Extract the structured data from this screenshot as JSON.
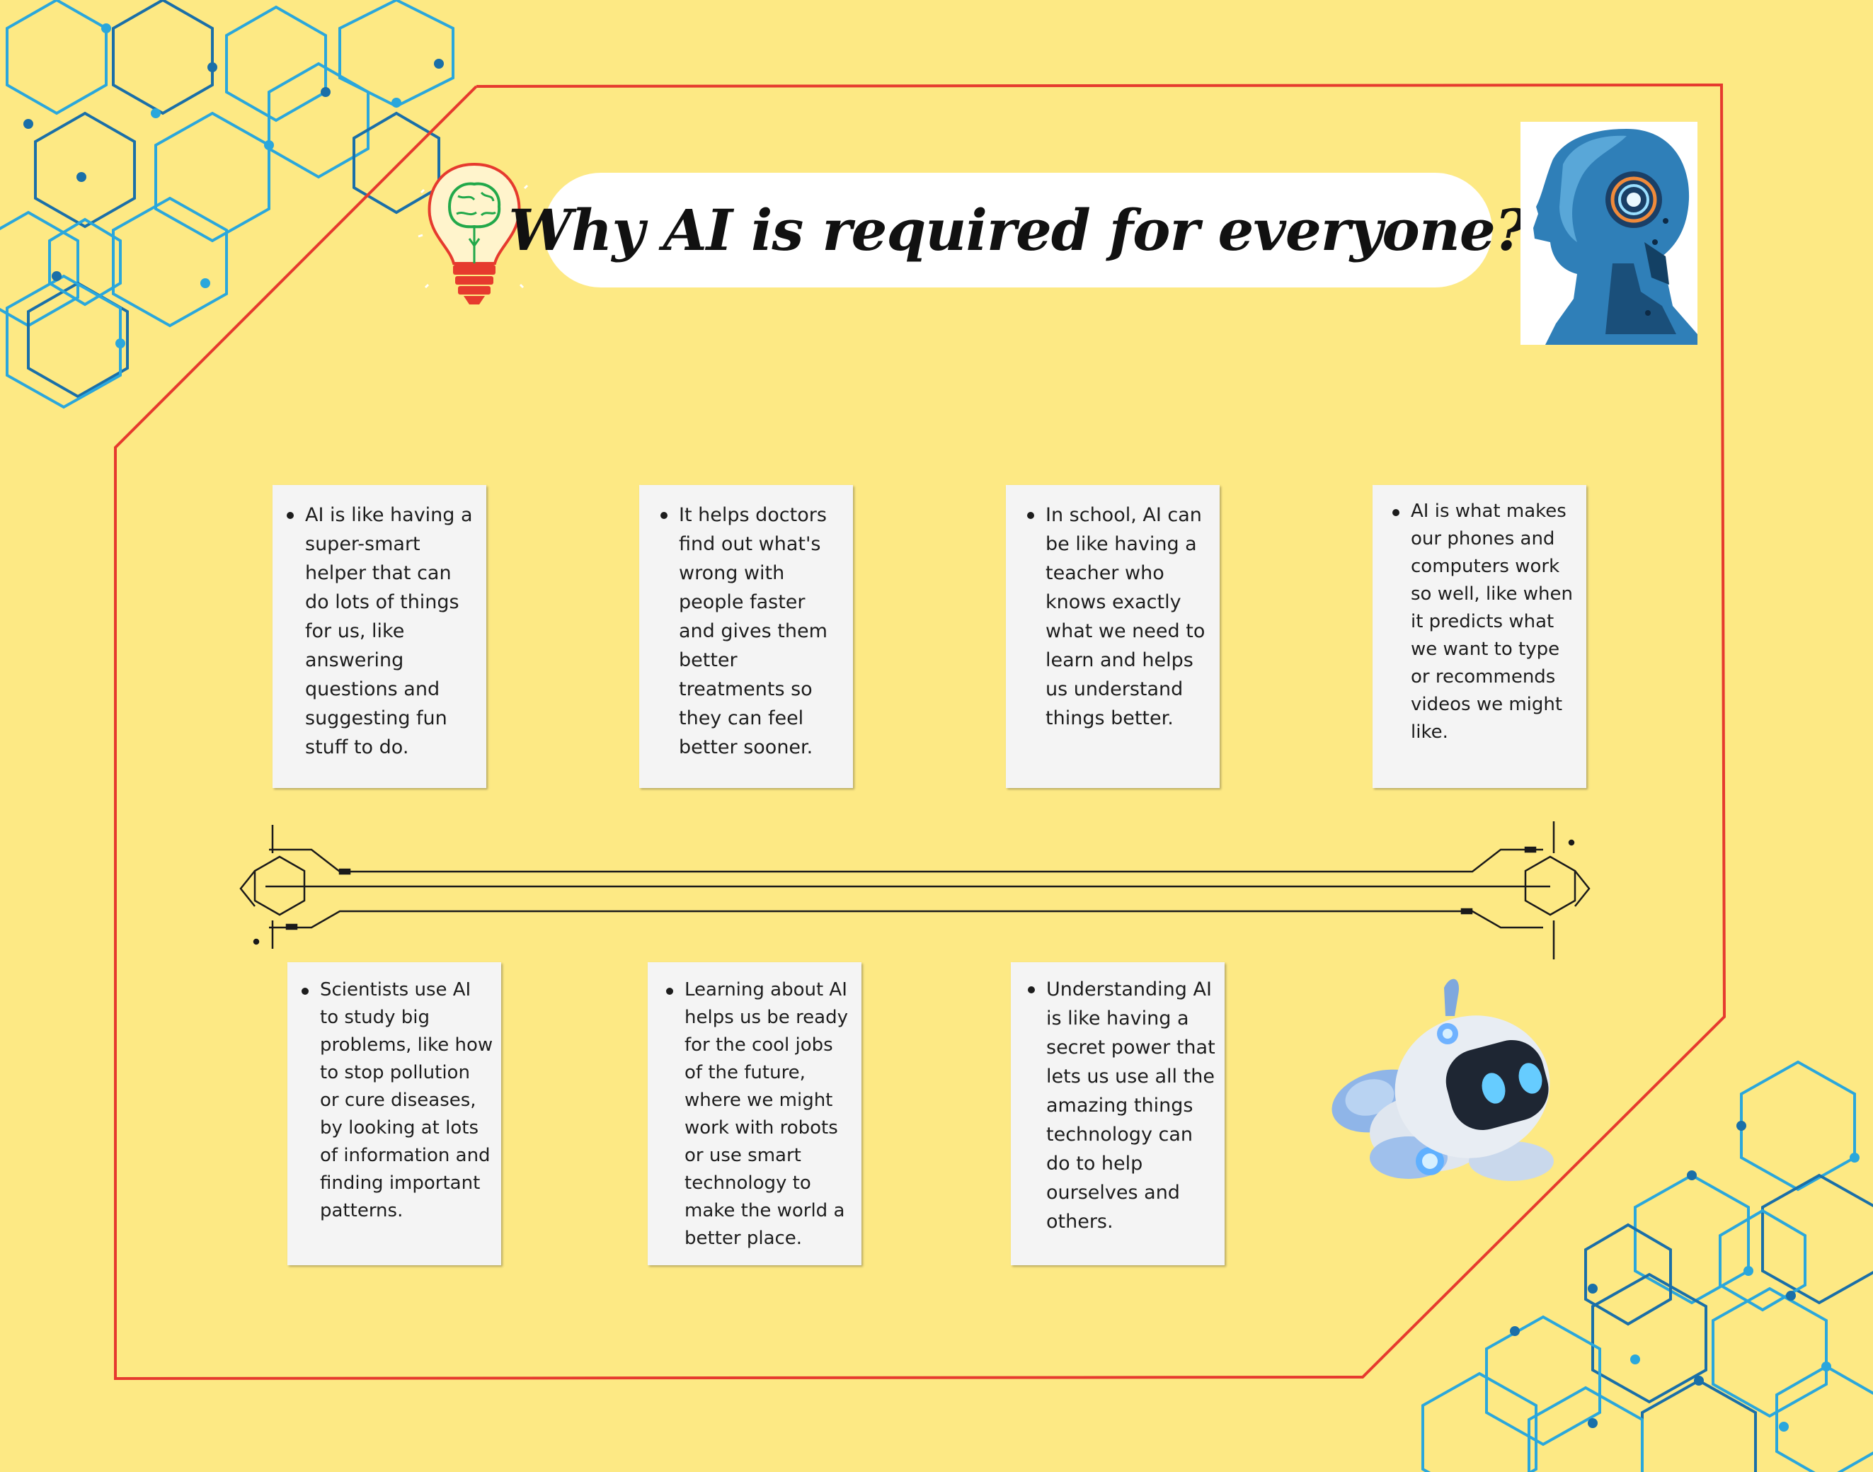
{
  "title": "Why AI is required for everyone?",
  "colors": {
    "background": "#fde984",
    "frame": "#e63a2e",
    "card": "#f4f4f4",
    "hexagon_blue": "#2aa7dc",
    "hexagon_dark": "#1a6fa8"
  },
  "icons": {
    "top_left": "lightbulb-brain-icon",
    "top_right": "robot-head-icon",
    "bottom_right": "cute-robot-icon",
    "divider": "circuit-lines"
  },
  "cards_top": [
    "AI is like having a super-smart helper that can do lots of things for us, like answering questions and suggesting fun stuff to do.",
    "It helps doctors find out what's wrong with people faster and gives them better treatments so they can feel better sooner.",
    "In school, AI can be like having a teacher who knows exactly what we need to learn and helps us understand things better.",
    "AI is what makes our phones and computers work so well, like when it predicts what we want to type or recommends videos we might like."
  ],
  "cards_bottom": [
    "Scientists use AI to study big problems, like how to stop pollution or cure diseases, by looking at lots of information and finding important patterns.",
    "Learning about AI helps us be ready for the cool jobs of the future, where we might work with robots or use smart technology to make the world a better place.",
    "Understanding AI is like having a secret power that lets us use all the amazing things technology can do to help ourselves and others."
  ]
}
